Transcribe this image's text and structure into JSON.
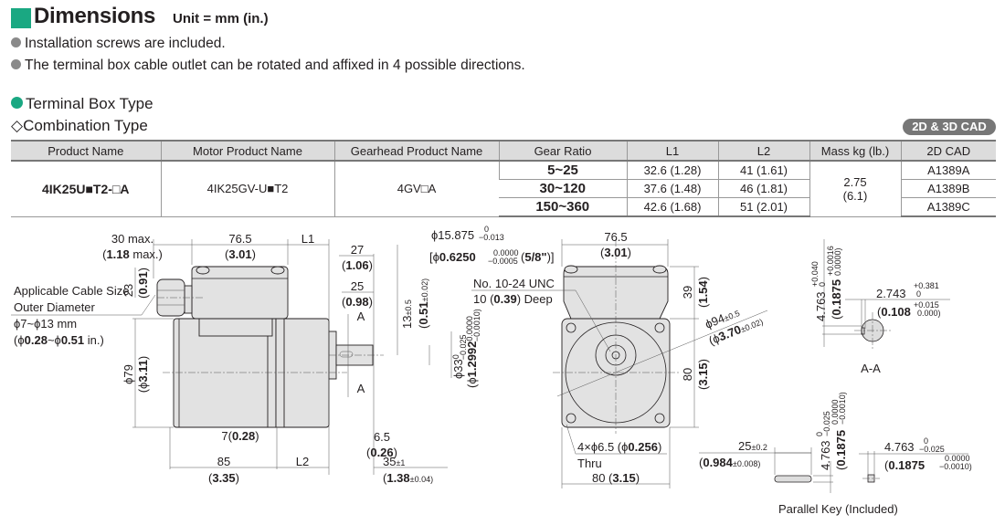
{
  "header": {
    "title": "Dimensions",
    "unit": "Unit = mm (in.)",
    "notes": [
      "Installation screws are included.",
      "The terminal box cable outlet can be rotated and affixed in 4 possible directions."
    ],
    "section": "Terminal Box Type",
    "subsection": "Combination Type",
    "cad_badge": "2D & 3D CAD",
    "brand_color": "#1aa882"
  },
  "table": {
    "headers": [
      "Product Name",
      "Motor Product Name",
      "Gearhead Product Name",
      "Gear Ratio",
      "L1",
      "L2",
      "Mass kg (lb.)",
      "2D CAD"
    ],
    "product_name": "4IK25U■T2-□A",
    "motor_product_name": "4IK25GV-U■T2",
    "gearhead_product_name": "4GV□A",
    "mass": "2.75",
    "mass_lb": "(6.1)",
    "rows": [
      {
        "gear_ratio": "5~25",
        "l1": "32.6 (1.28)",
        "l2": "41 (1.61)",
        "cad": "A1389A"
      },
      {
        "gear_ratio": "30~120",
        "l1": "37.6 (1.48)",
        "l2": "46 (1.81)",
        "cad": "A1389B"
      },
      {
        "gear_ratio": "150~360",
        "l1": "42.6 (1.68)",
        "l2": "51 (2.01)",
        "cad": "A1389C"
      }
    ]
  },
  "side": {
    "d30": "30 max.",
    "d30_in": "(**1.18** max.)",
    "d765": "76.5",
    "d765_in": "(**3.01**)",
    "l1": "L1",
    "d27": "27",
    "d27_in": "(**1.06**)",
    "d25": "25",
    "d25_in": "(**0.98**)",
    "a": "A",
    "cable1": "Applicable Cable Size",
    "cable2": "Outer Diameter",
    "cable3": "ϕ7~ϕ13 mm",
    "cable4": "(ϕ**0.28**~ϕ**0.51** in.)",
    "d23": "23",
    "d23_in": "(**0.91**)",
    "d79": "ϕ79",
    "d79_in": "(ϕ**3.11**)",
    "d7": "7(**0.28**)",
    "d65": "6.5",
    "d65_in": "(**0.26**)",
    "d85": "85",
    "d85_in": "(**3.35**)",
    "l2": "L2",
    "d35": "35",
    "d35_tol": "±1",
    "d35_in": "(**1.38**",
    "d35_in_tol": "±0.04)",
    "shaft": "ϕ15.875",
    "shaft_up": "0",
    "shaft_lo": "−0.013",
    "shaft_in": "[ϕ**0.6250**",
    "shaft_in_up": "0.0000",
    "shaft_in_lo": "−0.0005",
    "shaft_in_tail": "(**5/8\"**)]",
    "d13": "13",
    "d13_tol": "±0.5",
    "d13_in": "(**0.51**",
    "d13_in_tol": "±0.02)",
    "d33": "ϕ33",
    "d33_up": "0",
    "d33_lo": "−0.025",
    "d33_in": "(ϕ**1.2992**",
    "d33_in_up": "0.0000",
    "d33_in_lo": "−0.0010)"
  },
  "front": {
    "screw1": "No. 10-24 UNC",
    "screw2": "10 (**0.39**) Deep",
    "d765": "76.5",
    "d765_in": "(**3.01**)",
    "d39": "39",
    "d39_in": "(**1.54**)",
    "d94": "ϕ94",
    "d94_tol": "±0.5",
    "d94_in": "(ϕ**3.70**",
    "d94_in_tol": "±0.02)",
    "d80v": "80",
    "d80v_in": "(**3.15**)",
    "holes": "4×ϕ6.5 (ϕ**0.256**)",
    "thru": "Thru",
    "d80h": "80 (**3.15**)"
  },
  "section_aa": {
    "h": "4.763",
    "h_up": "+0.040",
    "h_lo": "0",
    "h_in": "(**0.1875**",
    "h_in_up": "+0.0016",
    "h_in_lo": "0.0000)",
    "w": "2.743",
    "w_up": "+0.381",
    "w_lo": "0",
    "w_in": "(**0.108**",
    "w_in_up": "+0.015",
    "w_in_lo": "0.000)",
    "label": "A-A"
  },
  "key": {
    "len": "25",
    "len_tol": "±0.2",
    "len_in": "(**0.984**",
    "len_in_tol": "±0.008)",
    "h": "4.763",
    "h_up": "0",
    "h_lo": "−0.025",
    "h_in": "(**0.1875**",
    "h_in_up": "0.0000",
    "h_in_lo": "−0.0010)",
    "w": "4.763",
    "w_up": "0",
    "w_lo": "−0.025",
    "w_in": "(**0.1875**",
    "w_in_up": "0.0000",
    "w_in_lo": "−0.0010)",
    "caption": "Parallel Key (Included)"
  }
}
